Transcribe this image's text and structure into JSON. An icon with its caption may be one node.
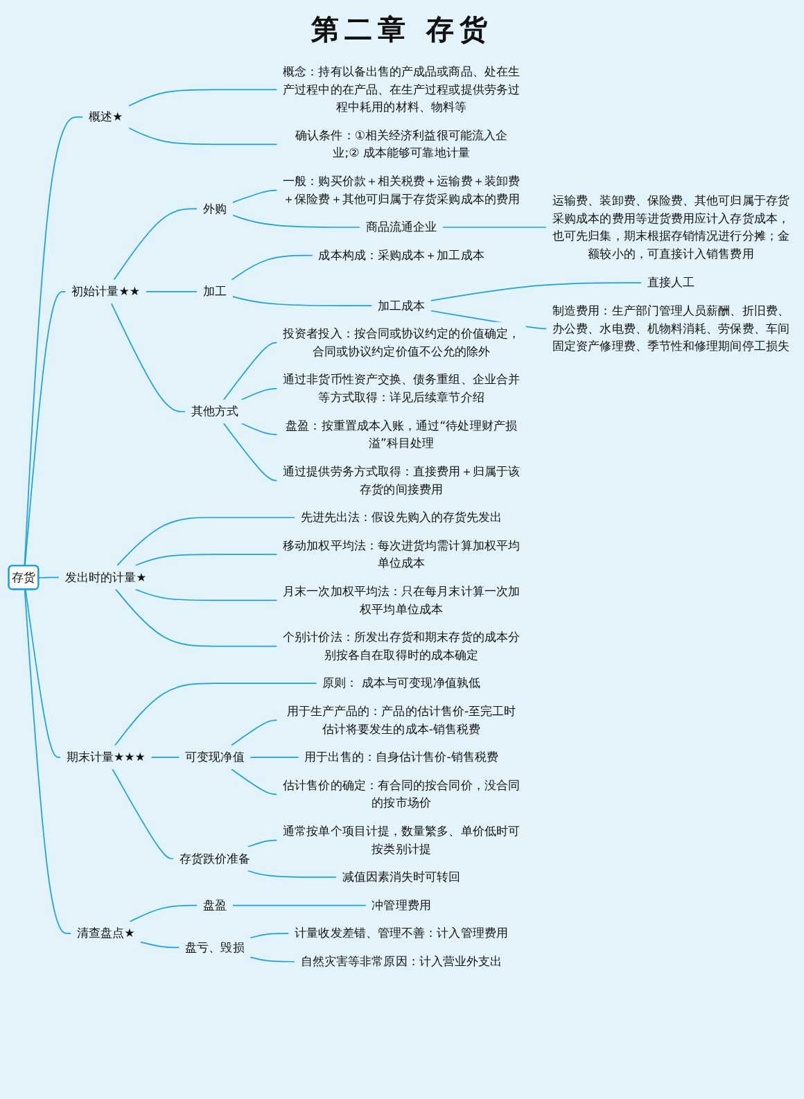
{
  "diagram": {
    "title": "第二章 存货",
    "nodes": [
      {
        "text": [
          "存货"
        ]
      },
      {
        "text": [
          "概述★"
        ]
      },
      {
        "text": [
          "概念：持有以备出售的产成品或商品、处在生产过程中的在产品、在生产过程或提供劳务过程中耗用的材料、物料等"
        ]
      },
      {
        "text": [
          "确认条件：①相关经济利益很可能流入企业;② 成本能够可靠地计量"
        ]
      },
      {
        "text": [
          "初始计量★★"
        ]
      },
      {
        "text": [
          "外购"
        ]
      },
      {
        "text": [
          "一般：购买价款＋相关税费＋运输费＋装卸费＋保险费＋其他可归属于存货采购成本的费用"
        ]
      },
      {
        "text": [
          "商品流通企业"
        ]
      },
      {
        "text": [
          "运输费、装卸费、保险费、其他可归属于存货采购成本的费用等进货费用应计入存货成本，也可先归集，期末根据存销情况进行分摊；金额较小的，可直接计入销售费用"
        ]
      },
      {
        "text": [
          "加工"
        ]
      },
      {
        "text": [
          "成本构成：采购成本＋加工成本"
        ]
      },
      {
        "text": [
          "加工成本"
        ]
      },
      {
        "text": [
          "直接人工"
        ]
      },
      {
        "text": [
          "制造费用：生产部门管理人员薪酬、折旧费、办公费、水电费、机物料消耗、劳保费、车间固定资产修理费、季节性和修理期间停工损失"
        ]
      },
      {
        "text": [
          "其他方式"
        ]
      },
      {
        "text": [
          "投资者投入：按合同或协议约定的价值确定，合同或协议约定价值不公允的除外"
        ]
      },
      {
        "text": [
          "通过非货币性资产交换、债务重组、企业合并等方式取得：详见后续章节介绍"
        ]
      },
      {
        "text": [
          "盘盈：按重置成本入账，通过“待处理财产损溢”科目处理"
        ]
      },
      {
        "text": [
          "通过提供劳务方式取得：直接费用＋归属于该存货的间接费用"
        ]
      },
      {
        "text": [
          "发出时的计量★"
        ]
      },
      {
        "text": [
          "先进先出法：假设先购入的存货先发出"
        ]
      },
      {
        "text": [
          "移动加权平均法：每次进货均需计算加权平均单位成本"
        ]
      },
      {
        "text": [
          "月末一次加权平均法：只在每月末计算一次加权平均单位成本"
        ]
      },
      {
        "text": [
          "个别计价法：所发出存货和期末存货的成本分别按各自在取得时的成本确定"
        ]
      },
      {
        "text": [
          "期末计量★★★"
        ]
      },
      {
        "text": [
          "原则： 成本与可变现净值孰低"
        ]
      },
      {
        "text": [
          "可变现净值"
        ]
      },
      {
        "text": [
          "用于生产产品的：产品的估计售价-至完工时估计将要发生的成本-销售税费"
        ]
      },
      {
        "text": [
          "用于出售的：自身估计售价-销售税费"
        ]
      },
      {
        "text": [
          "估计售价的确定：有合同的按合同价，没合同的按市场价"
        ]
      },
      {
        "text": [
          "存货跌价准备"
        ]
      },
      {
        "text": [
          "通常按单个项目计提，数量繁多、单价低时可按类别计提"
        ]
      },
      {
        "text": [
          "减值因素消失时可转回"
        ]
      },
      {
        "text": [
          "清查盘点★"
        ]
      },
      {
        "text": [
          "盘盈"
        ]
      },
      {
        "text": [
          "冲管理费用"
        ]
      },
      {
        "text": [
          "盘亏、毁损"
        ]
      },
      {
        "text": [
          "计量收发差错、管理不善：计入管理费用"
        ]
      },
      {
        "text": [
          "自然灾害等非常原因：计入营业外支出"
        ]
      }
    ],
    "edges": [
      {
        "from": 0,
        "to": 1,
        "arrow": "none"
      },
      {
        "from": 1,
        "to": 2,
        "arrow": "none"
      },
      {
        "from": 1,
        "to": 3,
        "arrow": "none"
      },
      {
        "from": 0,
        "to": 4,
        "arrow": "none"
      },
      {
        "from": 4,
        "to": 5,
        "arrow": "none"
      },
      {
        "from": 5,
        "to": 6,
        "arrow": "none"
      },
      {
        "from": 5,
        "to": 7,
        "arrow": "none"
      },
      {
        "from": 7,
        "to": 8,
        "arrow": "none"
      },
      {
        "from": 4,
        "to": 9,
        "arrow": "none"
      },
      {
        "from": 9,
        "to": 10,
        "arrow": "none"
      },
      {
        "from": 9,
        "to": 11,
        "arrow": "none"
      },
      {
        "from": 11,
        "to": 12,
        "arrow": "none"
      },
      {
        "from": 11,
        "to": 13,
        "arrow": "none"
      },
      {
        "from": 4,
        "to": 14,
        "arrow": "none"
      },
      {
        "from": 14,
        "to": 15,
        "arrow": "none"
      },
      {
        "from": 14,
        "to": 16,
        "arrow": "none"
      },
      {
        "from": 14,
        "to": 17,
        "arrow": "none"
      },
      {
        "from": 14,
        "to": 18,
        "arrow": "none"
      },
      {
        "from": 0,
        "to": 19,
        "arrow": "none"
      },
      {
        "from": 19,
        "to": 20,
        "arrow": "none"
      },
      {
        "from": 19,
        "to": 21,
        "arrow": "none"
      },
      {
        "from": 19,
        "to": 22,
        "arrow": "none"
      },
      {
        "from": 19,
        "to": 23,
        "arrow": "none"
      },
      {
        "from": 0,
        "to": 24,
        "arrow": "none"
      },
      {
        "from": 24,
        "to": 25,
        "arrow": "none"
      },
      {
        "from": 24,
        "to": 26,
        "arrow": "none"
      },
      {
        "from": 26,
        "to": 27,
        "arrow": "none"
      },
      {
        "from": 26,
        "to": 28,
        "arrow": "none"
      },
      {
        "from": 26,
        "to": 29,
        "arrow": "none"
      },
      {
        "from": 24,
        "to": 30,
        "arrow": "none"
      },
      {
        "from": 30,
        "to": 31,
        "arrow": "none"
      },
      {
        "from": 30,
        "to": 32,
        "arrow": "none"
      },
      {
        "from": 0,
        "to": 33,
        "arrow": "none"
      },
      {
        "from": 33,
        "to": 34,
        "arrow": "none"
      },
      {
        "from": 34,
        "to": 35,
        "arrow": "none"
      },
      {
        "from": 33,
        "to": 36,
        "arrow": "none"
      },
      {
        "from": 36,
        "to": 37,
        "arrow": "none"
      },
      {
        "from": 36,
        "to": 38,
        "arrow": "none"
      }
    ]
  }
}
